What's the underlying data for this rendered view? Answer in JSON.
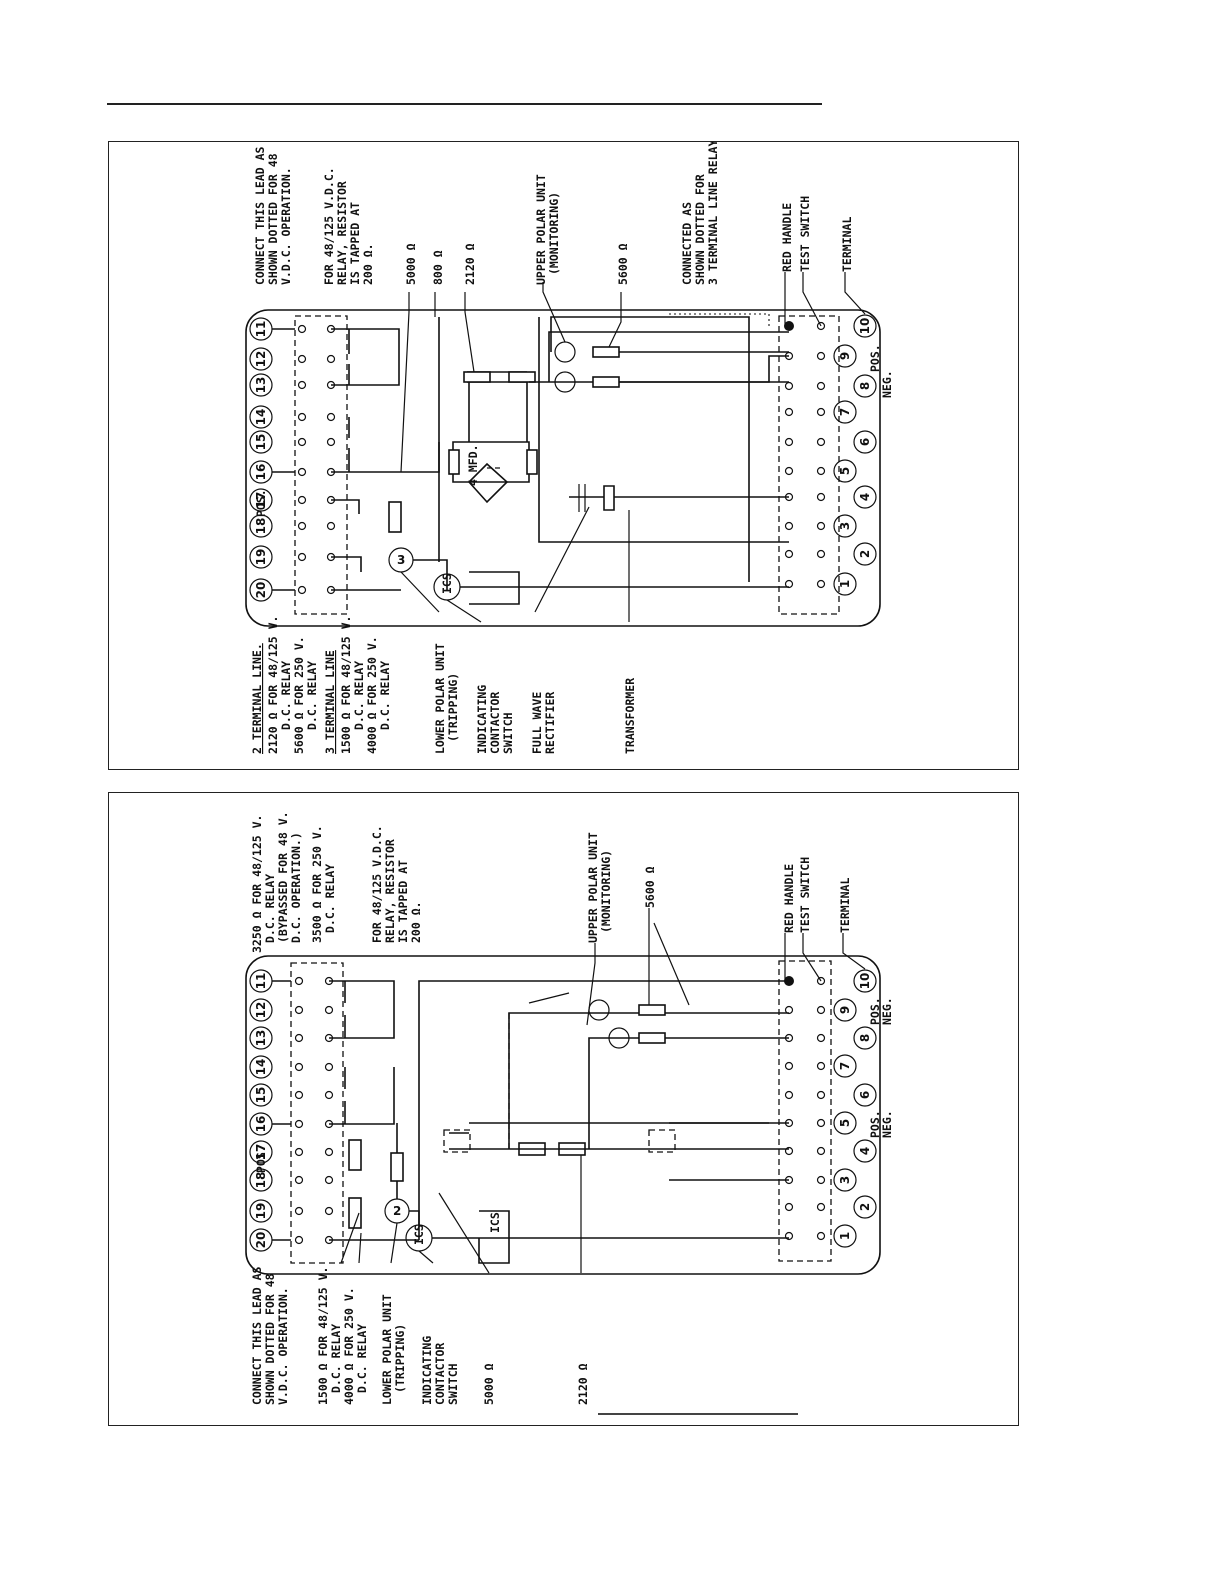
{
  "top": {
    "left_notes": {
      "title_2": "2 TERMINAL LINE.",
      "n1": "2120 Ω FOR 48/125 V.",
      "n1b": "D.C. RELAY",
      "n2": "5600 Ω FOR 250 V.",
      "n2b": "D.C. RELAY",
      "title_3": "3 TERMINAL LINE",
      "n3": "1500 Ω FOR 48/125 V.",
      "n3b": "D.C. RELAY",
      "n4": "4000 Ω FOR 250 V.",
      "n4b": "D.C. RELAY"
    },
    "labels": {
      "lower_polar": "LOWER POLAR UNIT",
      "lower_polar_b": "(TRIPPING)",
      "ics_1": "INDICATING",
      "ics_2": "CONTACTOR",
      "ics_3": "SWITCH",
      "rect_1": "FULL WAVE",
      "rect_2": "RECTIFIER",
      "transformer": "TRANSFORMER",
      "connect_1": "CONNECT THIS LEAD AS",
      "connect_2": "SHOWN DOTTED FOR 48",
      "connect_3": "V.D.C. OPERATION.",
      "res_1": "FOR 48/125 V.D.C.",
      "res_2": "RELAY, RESISTOR",
      "res_3": "IS TAPPED AT",
      "res_4": "200 Ω.",
      "r5000": "5000 Ω",
      "r800": "800 Ω",
      "r2120": "2120 Ω",
      "upper_polar": "UPPER POLAR UNIT",
      "upper_polar_b": "(MONITORING)",
      "r5600": "5600 Ω",
      "conn_1": "CONNECTED AS",
      "conn_2": "SHOWN DOTTED FOR",
      "conn_3": "3 TERMINAL LINE RELAY",
      "red_handle": "RED HANDLE",
      "test_switch": "TEST SWITCH",
      "terminal": "TERMINAL",
      "mfd": "4 MFD.",
      "pos": "POS.",
      "neg": "NEG.",
      "ics": "ICS"
    }
  },
  "bottom": {
    "left_notes": {
      "connect_1": "CONNECT THIS LEAD AS",
      "connect_2": "SHOWN DOTTED FOR 48",
      "connect_3": "V.D.C. OPERATION.",
      "n1": "1500 Ω FOR 48/125 V.",
      "n1b": "D.C. RELAY",
      "n2": "4000 Ω FOR 250 V.",
      "n2b": "D.C. RELAY",
      "lower_polar": "LOWER POLAR UNIT",
      "lower_polar_b": "(TRIPPING)",
      "ics_1": "INDICATING",
      "ics_2": "CONTACTOR",
      "ics_3": "SWITCH",
      "r5000": "5000 Ω",
      "r2120": "2120 Ω"
    },
    "labels": {
      "r3250_1": "3250 Ω FOR 48/125 V.",
      "r3250_2": "D.C. RELAY",
      "r3250_3": "(BYPASSED FOR 48 V.",
      "r3250_4": "D.C. OPERATION.)",
      "r3500_1": "3500 Ω FOR 250 V.",
      "r3500_2": "D.C. RELAY",
      "res_1": "FOR 48/125 V.D.C.",
      "res_2": "RELAY, RESISTOR",
      "res_3": "IS TAPPED AT",
      "res_4": "200 Ω.",
      "upper_polar": "UPPER POLAR UNIT",
      "upper_polar_b": "(MONITORING)",
      "r5600": "5600 Ω",
      "red_handle": "RED HANDLE",
      "test_switch": "TEST SWITCH",
      "terminal": "TERMINAL",
      "pos": "POS.",
      "neg": "NEG.",
      "ics": "ICS"
    }
  },
  "terminals": {
    "top_row": [
      "20",
      "19",
      "18",
      "17",
      "16",
      "15",
      "14",
      "13",
      "12",
      "11"
    ],
    "bottom_row": [
      "1",
      "2",
      "3",
      "4",
      "5",
      "6",
      "7",
      "8",
      "9",
      "10"
    ]
  }
}
